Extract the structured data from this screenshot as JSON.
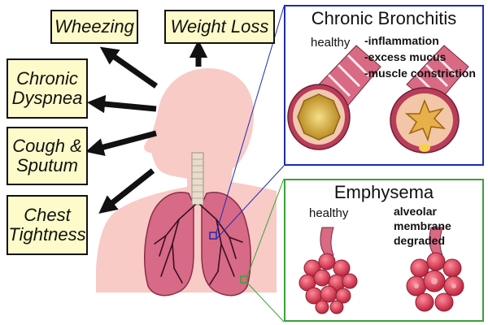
{
  "symptoms": {
    "wheezing": "Wheezing",
    "weight_loss": "Weight Loss",
    "dyspnea_line1": "Chronic",
    "dyspnea_line2": "Dyspnea",
    "cough_line1": "Cough &",
    "cough_line2": "Sputum",
    "chest_line1": "Chest",
    "chest_line2": "Tightness"
  },
  "bronchitis": {
    "title": "Chronic Bronchitis",
    "healthy_label": "healthy",
    "features": [
      "-inflammation",
      "-excess mucus",
      "-muscle constriction"
    ]
  },
  "emphysema": {
    "title": "Emphysema",
    "healthy_label": "healthy",
    "damage_label": [
      "alveolar",
      "membrane",
      "degraded"
    ]
  },
  "colors": {
    "body": "#f8cbc6",
    "lung": "#d76a86",
    "bronchitis_border": "#1c2bb8",
    "emphysema_border": "#3aa23a",
    "label_bg": "#fdfbc9",
    "arrow": "#111111"
  }
}
